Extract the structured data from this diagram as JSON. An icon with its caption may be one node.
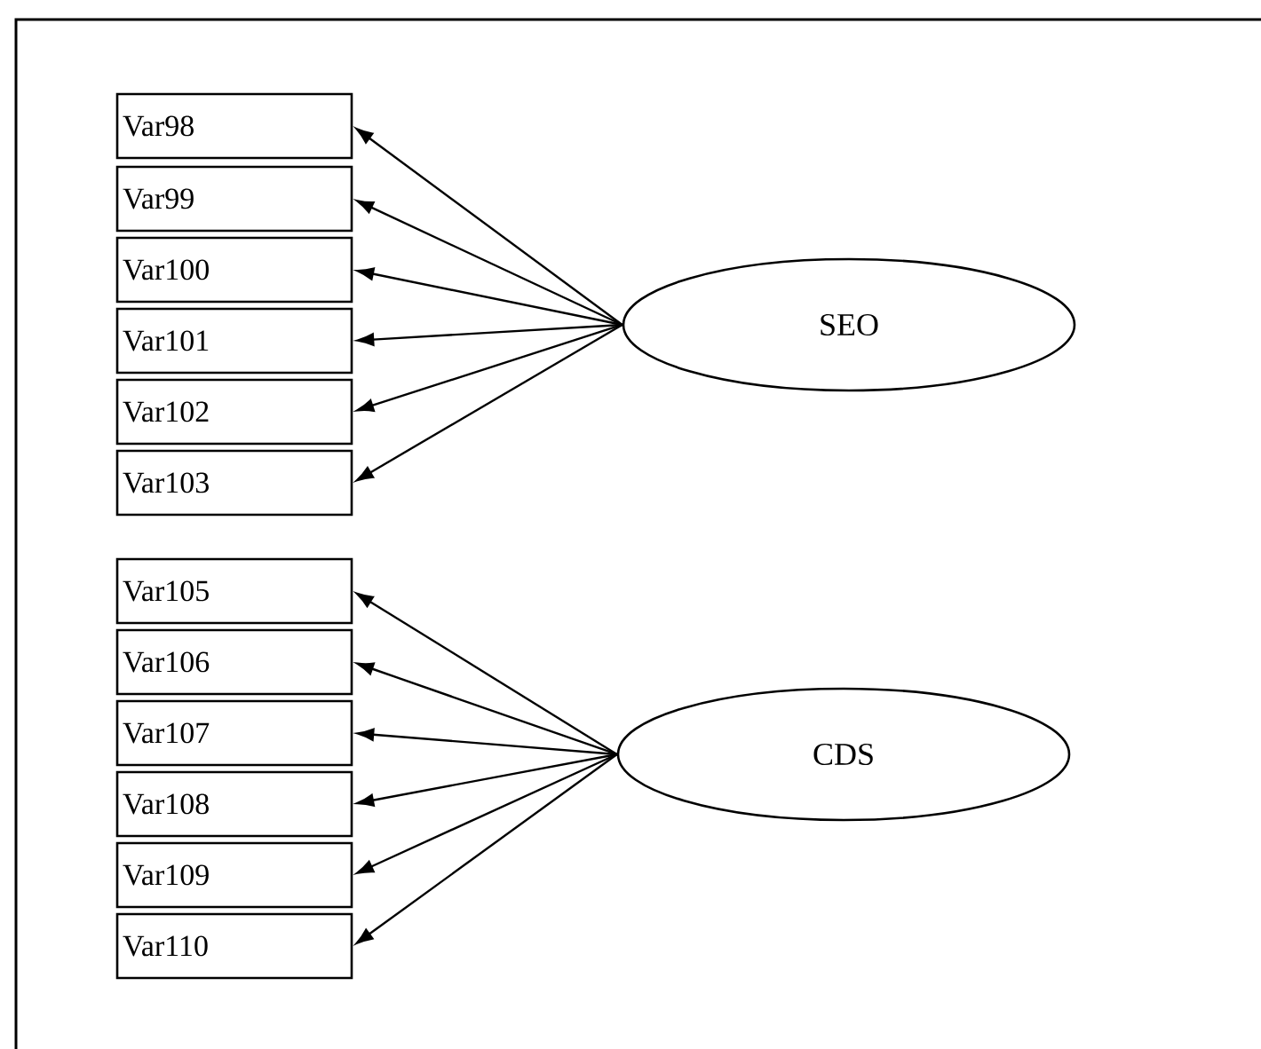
{
  "diagram": {
    "nodes": [
      {
        "text": [
          "SEO"
        ]
      },
      {
        "text": [
          "Var98"
        ]
      },
      {
        "text": [
          "Var99"
        ]
      },
      {
        "text": [
          "Var100"
        ]
      },
      {
        "text": [
          "Var101"
        ]
      },
      {
        "text": [
          "Var102"
        ]
      },
      {
        "text": [
          "Var103"
        ]
      },
      {
        "text": [
          "CDS"
        ]
      },
      {
        "text": [
          "Var105"
        ]
      },
      {
        "text": [
          "Var106"
        ]
      },
      {
        "text": [
          "Var107"
        ]
      },
      {
        "text": [
          "Var108"
        ]
      },
      {
        "text": [
          "Var109"
        ]
      },
      {
        "text": [
          "Var110"
        ]
      }
    ],
    "edges": [
      {
        "from": 0,
        "to": 1,
        "arrow": "to"
      },
      {
        "from": 0,
        "to": 2,
        "arrow": "to"
      },
      {
        "from": 0,
        "to": 3,
        "arrow": "to"
      },
      {
        "from": 0,
        "to": 4,
        "arrow": "to"
      },
      {
        "from": 0,
        "to": 5,
        "arrow": "to"
      },
      {
        "from": 0,
        "to": 6,
        "arrow": "to"
      },
      {
        "from": 7,
        "to": 8,
        "arrow": "to"
      },
      {
        "from": 7,
        "to": 9,
        "arrow": "to"
      },
      {
        "from": 7,
        "to": 10,
        "arrow": "to"
      },
      {
        "from": 7,
        "to": 11,
        "arrow": "to"
      },
      {
        "from": 7,
        "to": 12,
        "arrow": "to"
      },
      {
        "from": 7,
        "to": 13,
        "arrow": "to"
      }
    ]
  }
}
